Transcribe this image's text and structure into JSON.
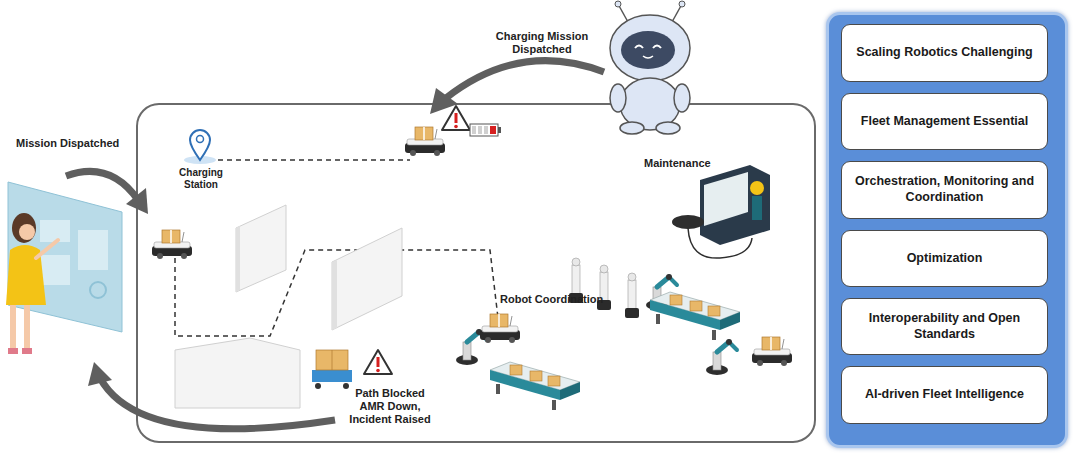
{
  "diagram": {
    "nodes": [
      {
        "text": [
          "Scaling Robotics Challenging"
        ]
      },
      {
        "text": [
          "Fleet Management Essential"
        ]
      },
      {
        "text": [
          "Orchestration, Monitoring and Coordination"
        ]
      },
      {
        "text": [
          "Optimization"
        ]
      },
      {
        "text": [
          "Interoperability and Open Standards"
        ]
      },
      {
        "text": [
          "AI-driven Fleet Intelligence"
        ]
      }
    ],
    "labels": [
      "Charging Mission Dispatched",
      "Mission Dispatched",
      "Charging Station",
      "Maintenance",
      "Robot Coordination",
      "Path Blocked AMR Down, Incident Raised"
    ]
  }
}
